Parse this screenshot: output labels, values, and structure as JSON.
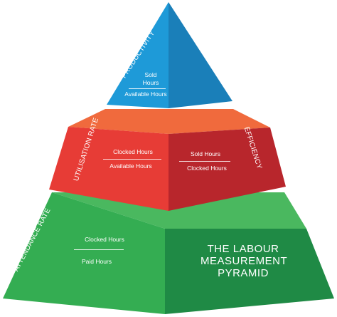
{
  "pyramid": {
    "title_lines": [
      "THE LABOUR",
      "MEASUREMENT",
      "PYRAMID"
    ],
    "tiers": {
      "top": {
        "side_label": "PRODUCTIVITY",
        "numerator": "Sold\nHours",
        "denominator": "Available Hours",
        "color_front": "#1e9ad8",
        "color_side": "#1a7fb9"
      },
      "middle": {
        "left_label": "UTILISATION RATE",
        "right_label": "EFFICIENCY",
        "left_numerator": "Clocked Hours",
        "left_denominator": "Available Hours",
        "right_numerator": "Sold Hours",
        "right_denominator": "Clocked Hours",
        "color_front": "#e73c36",
        "color_side": "#b8262c",
        "color_top": "#f06a3d"
      },
      "bottom": {
        "side_label": "ATTENDANCE RATE",
        "numerator": "Clocked Hours",
        "denominator": "Paid Hours",
        "color_front": "#34ad52",
        "color_side": "#1f8a45",
        "color_top": "#4ab85f"
      }
    }
  }
}
